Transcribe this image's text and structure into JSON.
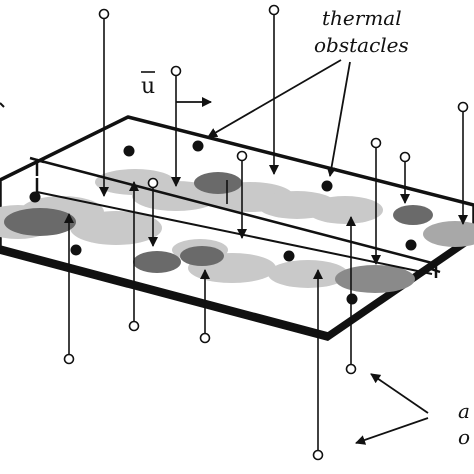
{
  "labels": {
    "thermal": "thermal",
    "obstacles": "obstacles",
    "velocity": "u",
    "corner_a": "a",
    "corner_o": "o"
  },
  "colors": {
    "ink": "#111111",
    "dark_spot": "#6a6a6a",
    "light_spot": "#c8c8c8",
    "plate": "#ffffff"
  }
}
